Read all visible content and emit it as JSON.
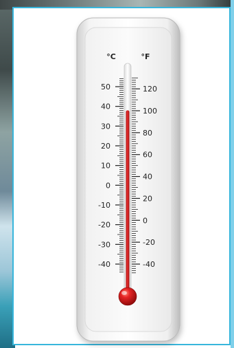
{
  "thermometer": {
    "unit_left": "°C",
    "unit_right": "°F",
    "celsius_labels": [
      "50",
      "40",
      "30",
      "20",
      "10",
      "0",
      "-10",
      "-20",
      "-30",
      "-40"
    ],
    "fahrenheit_labels": [
      "120",
      "100",
      "80",
      "60",
      "40",
      "20",
      "0",
      "-20",
      "-40"
    ],
    "reading_celsius": 38,
    "colors": {
      "mercury": "#d41f1f",
      "frame_border": "#38b6dc",
      "scale_ink": "#222222"
    }
  }
}
